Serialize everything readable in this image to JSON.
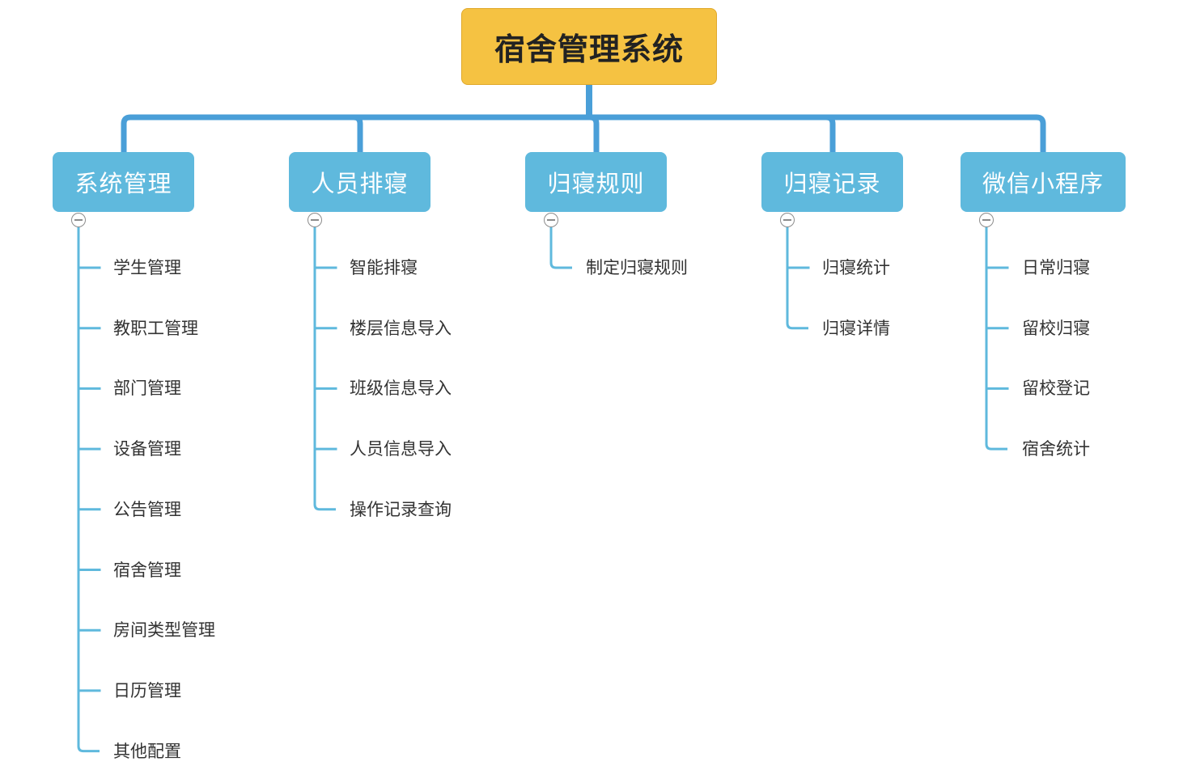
{
  "root": {
    "label": "宿舍管理系统"
  },
  "branches": [
    {
      "label": "系统管理",
      "toggle_icon": "collapse-minus-icon",
      "items": [
        "学生管理",
        "教职工管理",
        "部门管理",
        "设备管理",
        "公告管理",
        "宿舍管理",
        "房间类型管理",
        "日历管理",
        "其他配置"
      ]
    },
    {
      "label": "人员排寝",
      "toggle_icon": "collapse-minus-icon",
      "items": [
        "智能排寝",
        "楼层信息导入",
        "班级信息导入",
        "人员信息导入",
        "操作记录查询"
      ]
    },
    {
      "label": "归寝规则",
      "toggle_icon": "collapse-minus-icon",
      "items": [
        "制定归寝规则"
      ]
    },
    {
      "label": "归寝记录",
      "toggle_icon": "collapse-minus-icon",
      "items": [
        "归寝统计",
        "归寝详情"
      ]
    },
    {
      "label": "微信小程序",
      "toggle_icon": "collapse-minus-icon",
      "items": [
        "日常归寝",
        "留校归寝",
        "留校登记",
        "宿舍统计"
      ]
    }
  ],
  "colors": {
    "root_fill": "#f5c242",
    "branch_fill": "#5fb9dd",
    "trunk_line": "#4a9fd8",
    "leaf_line": "#5fb9dd"
  }
}
